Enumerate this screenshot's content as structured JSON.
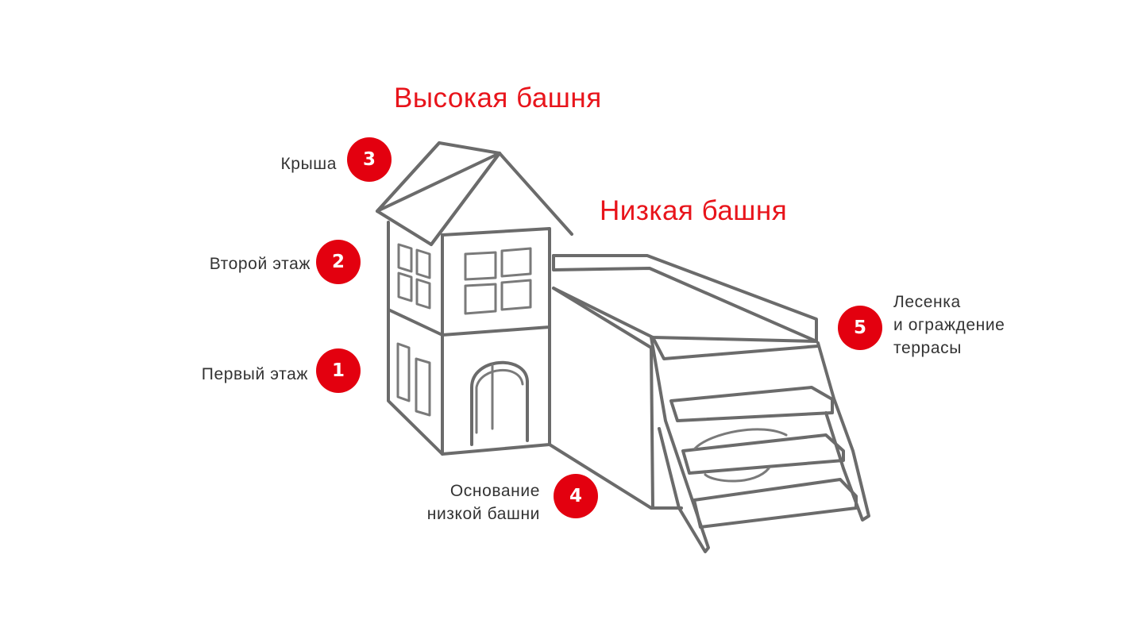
{
  "headings": {
    "tall_tower": "Высокая башня",
    "low_tower": "Низкая башня"
  },
  "callouts": [
    {
      "number": "3",
      "text": "Крыша"
    },
    {
      "number": "2",
      "text": "Второй этаж"
    },
    {
      "number": "1",
      "text": "Первый этаж"
    },
    {
      "number": "4",
      "line1": "Основание",
      "line2": "низкой башни"
    },
    {
      "number": "5",
      "line1": "Лесенка",
      "line2": "и ограждение",
      "line3": "террасы"
    }
  ],
  "colors": {
    "accent": "#e3000f",
    "heading": "#e8141b",
    "label_text": "#333333",
    "drawing_stroke": "#6b6b6b"
  }
}
